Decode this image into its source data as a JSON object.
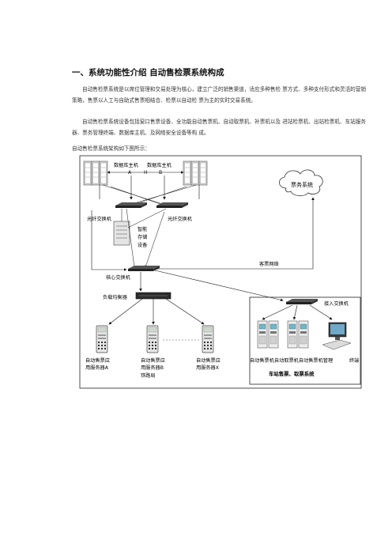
{
  "section": {
    "heading": "一、系统功能性介绍  自动售检票系统构成"
  },
  "paragraphs": [
    "自动售检票系统是以席位管理和交易处理为核心，建立广泛的销售渠道，适应多种售检 票方式、多种支付形式和灵活的营销策略，售票以人工与自助式售票相结合、检票以自动检 票为主的实时交易系统。",
    "自动售检票系统设备包括窗口售票设备、全功能自动售票机、自动取票机、补票机以及  进站检票机、出站检票机、车站服务器、票务管理终端、数据库主机、及网络安全设备等构  成。",
    "自动售检票系统架构如下图所示："
  ],
  "diagram": {
    "db_host_a": "数据库主机",
    "db_host_b": "数据库主机",
    "label_a": "A",
    "label_h": "H",
    "label_b": "B",
    "fiber_switch_left": "光纤交换机",
    "fiber_switch_right": "光纤交换机",
    "storage_line1": "智能",
    "storage_line2": "存储",
    "storage_line3": "设备",
    "ticket_system": "票务系统",
    "passenger_network": "客票网络",
    "core_switch": "核心交换机",
    "load_balancer": "负载均衡器",
    "access_switch": "接入交换机",
    "server_a_l1": "自动售票应",
    "server_a_l2": "用服务器A",
    "server_b_l1": "自动售票应",
    "server_b_l2": "用服务器B",
    "server_b_l3": "铁路局",
    "server_x_l1": "自动售票应",
    "server_x_l2": "用服务器X",
    "station_devices": "自动售票机自动取票机自动售票机管理",
    "terminal_mark": "终端",
    "station_system": "车站售票、取票系统"
  }
}
